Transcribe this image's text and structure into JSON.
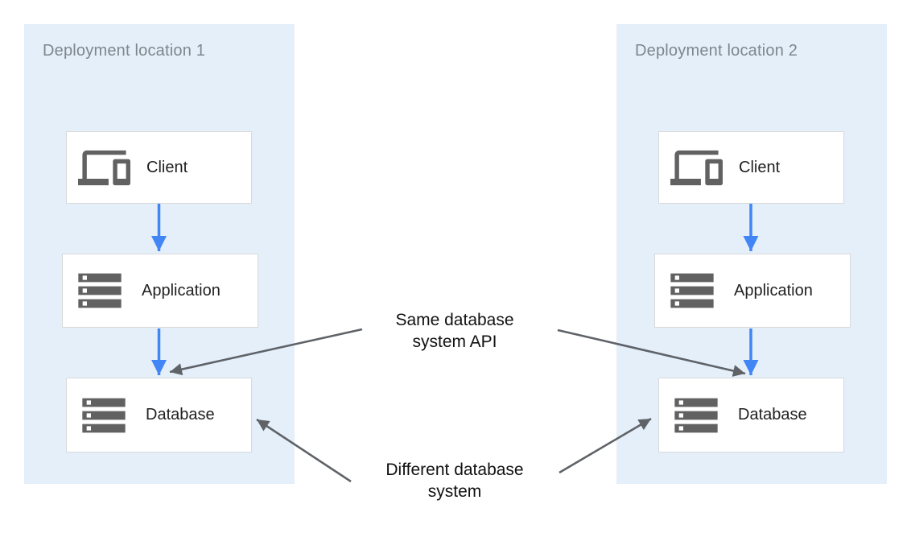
{
  "diagram": {
    "panels": [
      {
        "title": "Deployment location 1",
        "nodes": [
          {
            "label": "Client",
            "icon": "devices-icon"
          },
          {
            "label": "Application",
            "icon": "storage-icon"
          },
          {
            "label": "Database",
            "icon": "storage-icon"
          }
        ]
      },
      {
        "title": "Deployment location 2",
        "nodes": [
          {
            "label": "Client",
            "icon": "devices-icon"
          },
          {
            "label": "Application",
            "icon": "storage-icon"
          },
          {
            "label": "Database",
            "icon": "storage-icon"
          }
        ]
      }
    ],
    "annotations": [
      {
        "text": "Same database\nsystem API"
      },
      {
        "text": "Different database\nsystem"
      }
    ],
    "colors": {
      "panel_bg": "#E4EFFA",
      "panel_title": "#7F868C",
      "node_bg": "#FFFFFF",
      "node_border": "#D9D9D9",
      "node_label": "#212121",
      "icon": "#616161",
      "flow_arrow": "#4285F4",
      "annotation_arrow": "#5F6368",
      "annotation_text": "#111111"
    }
  }
}
